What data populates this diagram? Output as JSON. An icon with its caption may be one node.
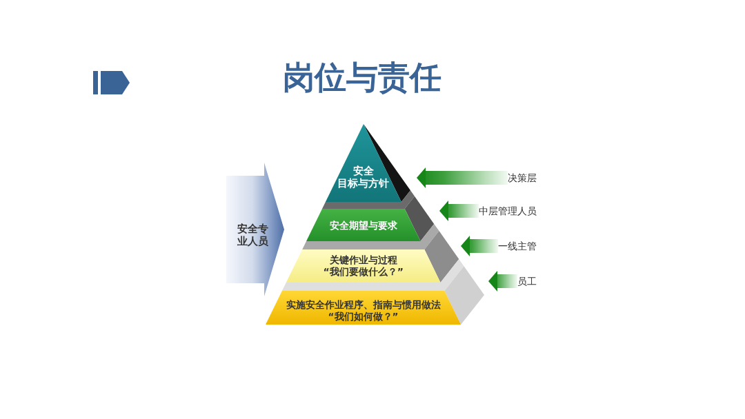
{
  "diagram": {
    "title": "岗位与责任",
    "nodes": [
      {
        "text": [
          "安全",
          "目标与方针"
        ]
      },
      {
        "text": [
          "安全期望与要求"
        ]
      },
      {
        "text": [
          "关键作业与过程",
          "“我们要做什么？”"
        ]
      },
      {
        "text": [
          "实施安全作业程序、指南与惯用做法",
          "“我们如何做？”"
        ]
      },
      {
        "text": [
          "安全专业人员"
        ]
      },
      {
        "text": [
          "决策层"
        ]
      },
      {
        "text": [
          "中层管理人员"
        ]
      },
      {
        "text": [
          "一线主管"
        ]
      },
      {
        "text": [
          "员工"
        ]
      }
    ],
    "edges": [
      {
        "from": 5,
        "to": 0,
        "arrow": "to"
      },
      {
        "from": 6,
        "to": 1,
        "arrow": "to"
      },
      {
        "from": 7,
        "to": 2,
        "arrow": "to"
      },
      {
        "from": 8,
        "to": 3,
        "arrow": "to"
      }
    ]
  }
}
